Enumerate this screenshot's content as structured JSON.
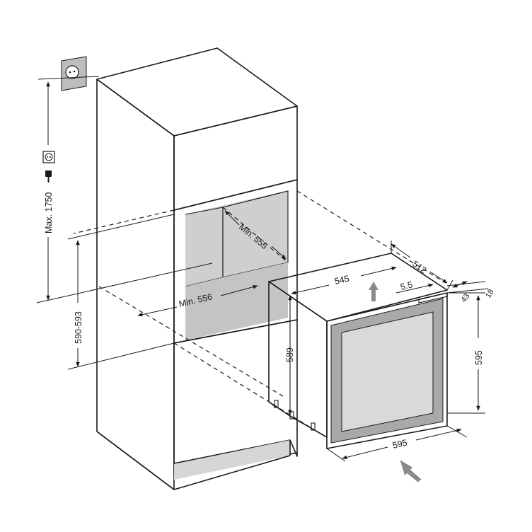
{
  "colors": {
    "line": "#1a1a1a",
    "cavity_gray": "#cfcfcf",
    "plinth_gray": "#d6d6d6",
    "door_frame_gray": "#a9a9a9",
    "glass_gray": "#d9d9d9",
    "arrow_gray": "#8a8a8a"
  },
  "icons": [
    "socket-icon",
    "wall-socket-icon",
    "plug-icon",
    "airflow-arrow-icon"
  ],
  "dimensions": {
    "max_height": "Max. 1750",
    "niche_height": "590-593",
    "min_depth": "Min. 555",
    "min_width": "Min. 556",
    "width_top": "545",
    "depth_total": "512",
    "gap": "5.5",
    "door_thickness_a": "43",
    "door_thickness_b": "18",
    "height_body": "589",
    "height_total": "595",
    "width_front": "595"
  }
}
